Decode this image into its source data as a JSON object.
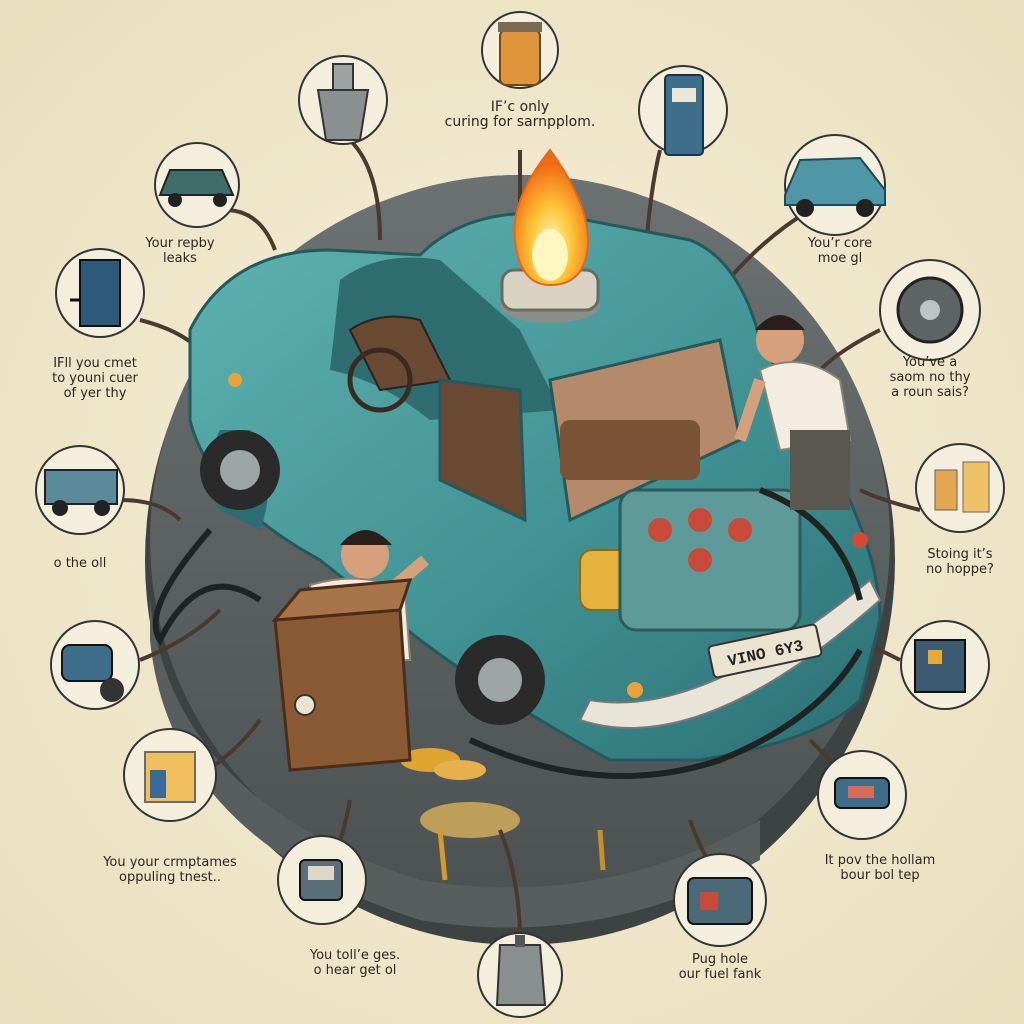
{
  "center_caption": {
    "line1": "IF’c only",
    "line2": "curing for sarnpplom."
  },
  "plate_text": "VINO 6Y3",
  "labels": [
    {
      "id": "leaks",
      "lines": [
        "Your repby",
        "leaks"
      ]
    },
    {
      "id": "more-oil",
      "lines": [
        "You’r core",
        "moe gl"
      ]
    },
    {
      "id": "meet-your",
      "lines": [
        "IFll you cmet",
        "to youni cuer",
        "of yer thy"
      ]
    },
    {
      "id": "seam",
      "lines": [
        "You’ve a",
        "saom no thy",
        "a roun sais?"
      ]
    },
    {
      "id": "the-oil",
      "lines": [
        "o the oll"
      ]
    },
    {
      "id": "strong",
      "lines": [
        "Stoing it’s",
        "no hoppe?"
      ]
    },
    {
      "id": "symptoms",
      "lines": [
        "You your crmptames",
        "oppuling tnest.."
      ]
    },
    {
      "id": "hollam",
      "lines": [
        "It pov the hollam",
        "bour bol tep"
      ]
    },
    {
      "id": "gas",
      "lines": [
        "You toll’e ges.",
        "o hear get ol"
      ]
    },
    {
      "id": "plug-hole",
      "lines": [
        "Pug hole",
        "our fuel fank"
      ]
    }
  ],
  "icons": [
    {
      "id": "oil-jar",
      "name": "oil-jar-icon"
    },
    {
      "id": "oil-can",
      "name": "oil-can-icon"
    },
    {
      "id": "fuel-pump",
      "name": "fuel-pump-icon"
    },
    {
      "id": "old-car",
      "name": "vintage-car-icon"
    },
    {
      "id": "blue-car",
      "name": "blue-car-icon"
    },
    {
      "id": "tank-machine",
      "name": "tank-machine-icon"
    },
    {
      "id": "brake-disc",
      "name": "brake-disc-icon"
    },
    {
      "id": "truck",
      "name": "truck-icon"
    },
    {
      "id": "beakers",
      "name": "beakers-icon"
    },
    {
      "id": "engine-part",
      "name": "engine-part-icon"
    },
    {
      "id": "battery",
      "name": "battery-icon"
    },
    {
      "id": "oil-bottle",
      "name": "oil-bottle-icon"
    },
    {
      "id": "red-car",
      "name": "red-car-icon"
    },
    {
      "id": "fuel-meter",
      "name": "fuel-meter-icon"
    },
    {
      "id": "toolbox",
      "name": "toolbox-icon"
    },
    {
      "id": "jerrycan",
      "name": "jerrycan-icon"
    }
  ]
}
